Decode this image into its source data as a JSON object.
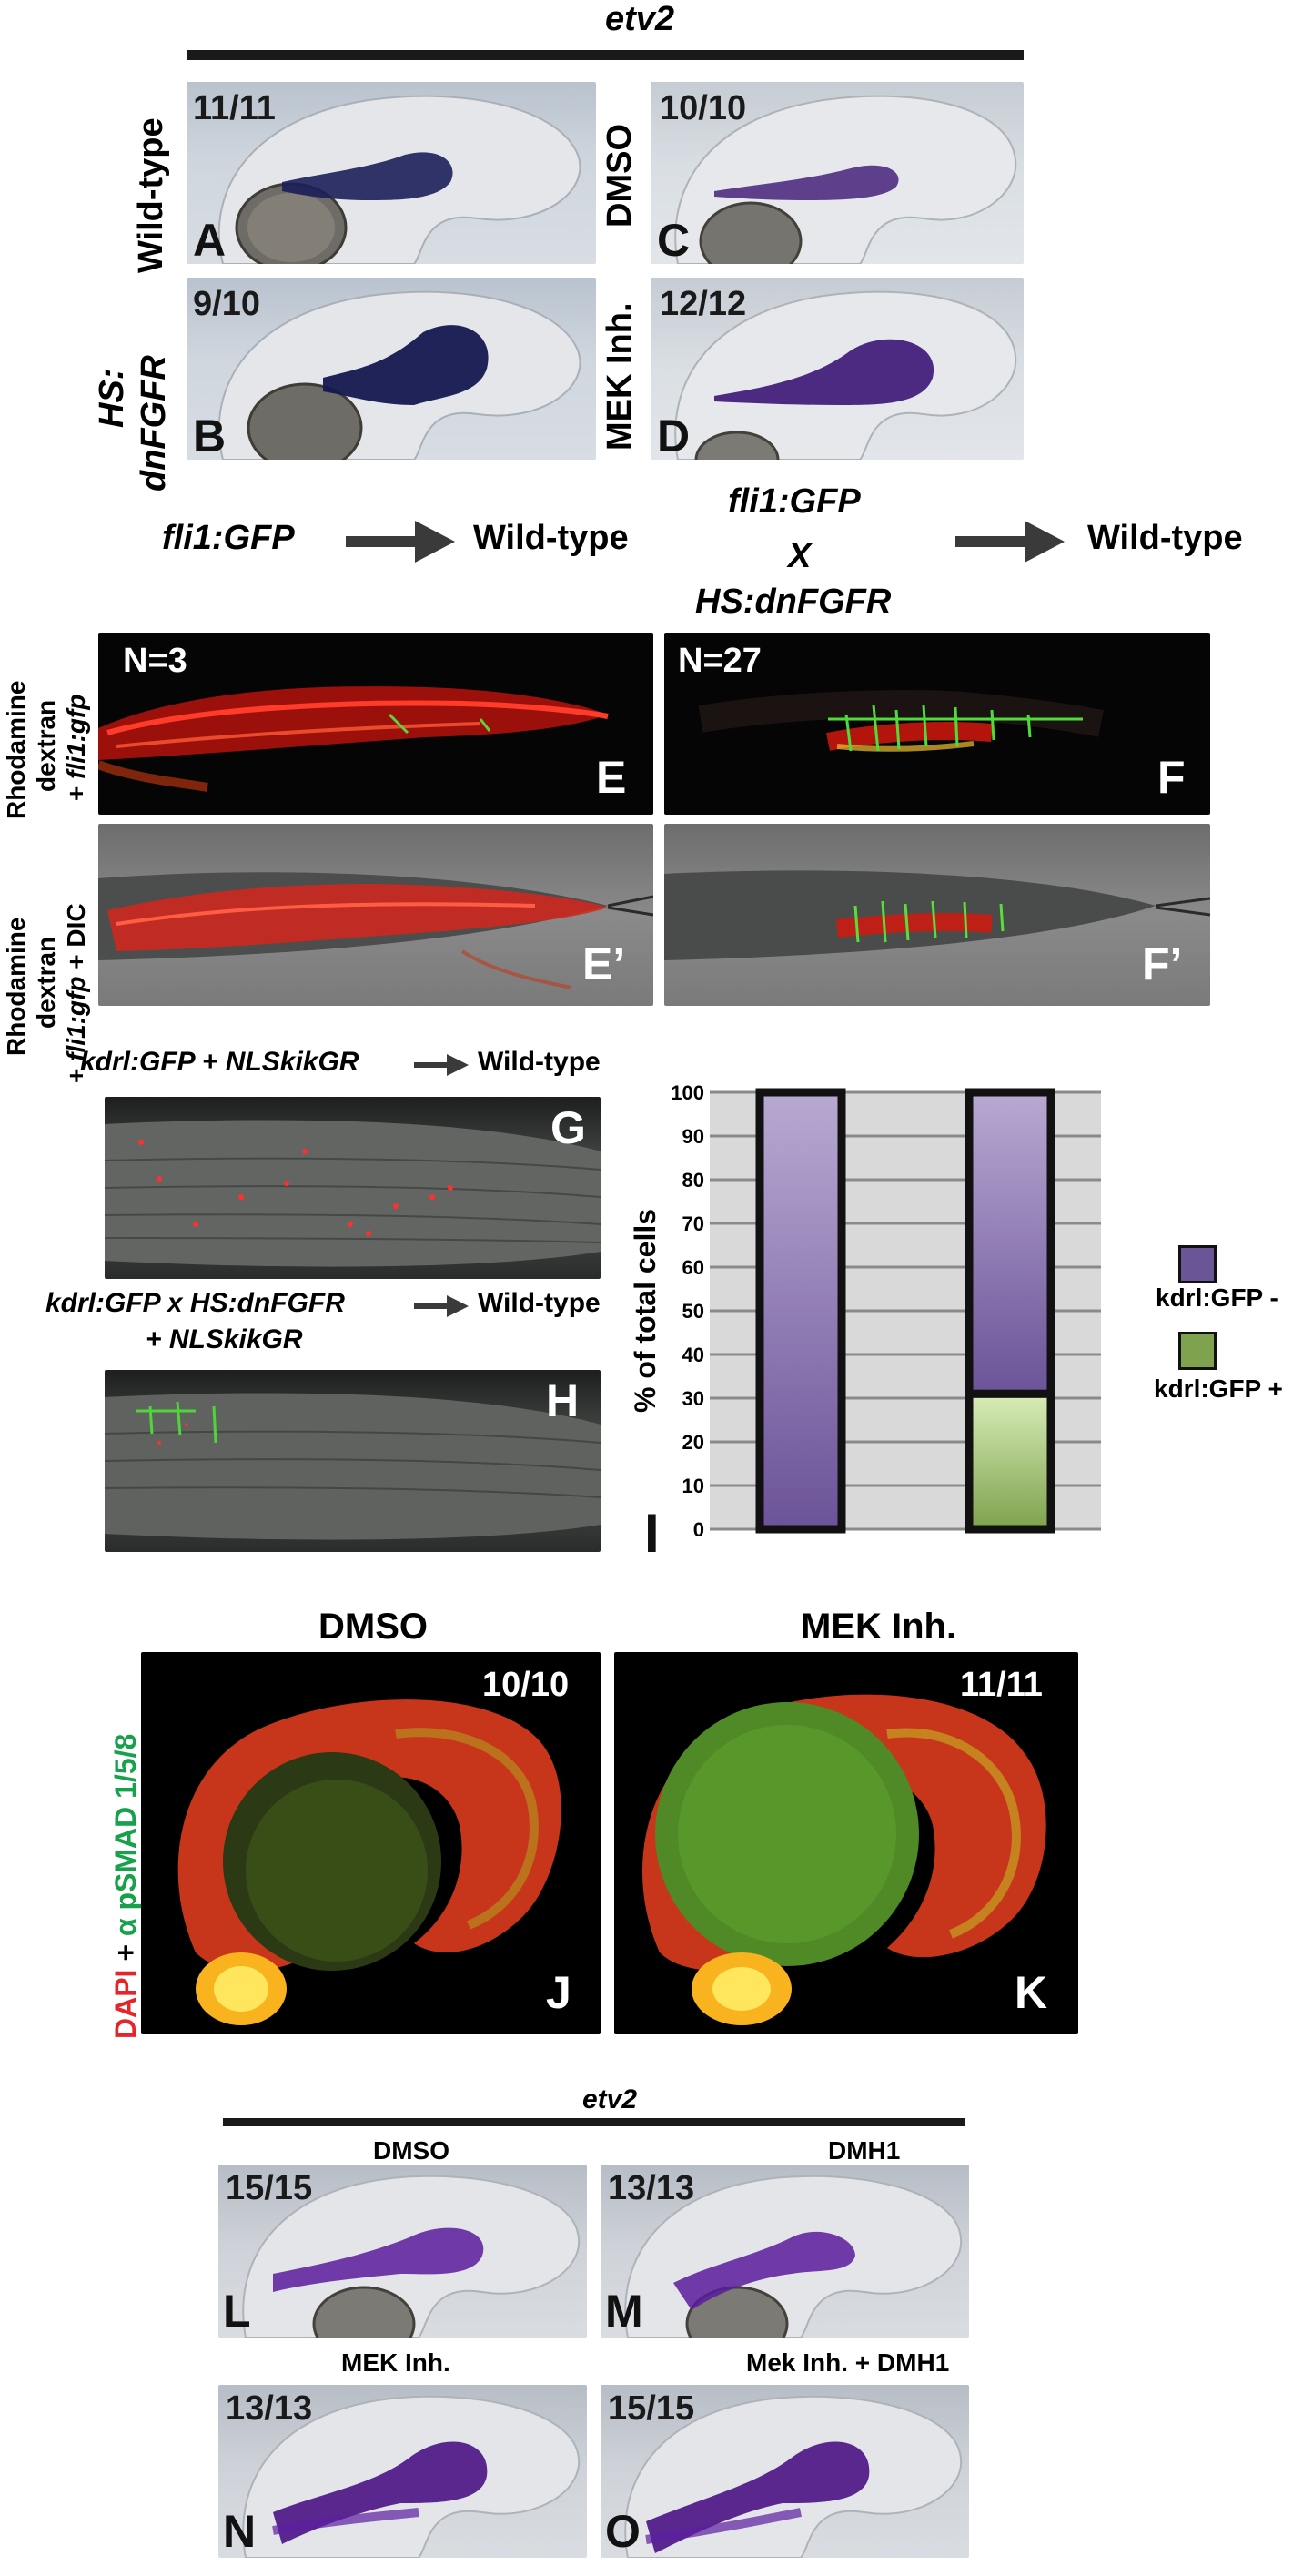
{
  "top": {
    "gene_label": "etv2",
    "rows": [
      {
        "label": "Wild-type",
        "counts": [
          "11/11"
        ],
        "letter": "A"
      },
      {
        "label_line1": "HS:",
        "label_line2": "dnFGFR",
        "count": "9/10",
        "letter": "B"
      }
    ],
    "panel_A": {
      "count": "11/11",
      "letter": "A"
    },
    "panel_B": {
      "count": "9/10",
      "letter": "B"
    },
    "panel_C": {
      "count": "10/10",
      "letter": "C"
    },
    "panel_D": {
      "count": "12/12",
      "letter": "D"
    },
    "row_label_wt": "Wild-type",
    "row_label_hs1": "HS:",
    "row_label_hs2": "dnFGFR",
    "row_label_dmso": "DMSO",
    "row_label_mek": "MEK Inh."
  },
  "transplant": {
    "donor_left": "fli1:GFP",
    "host_left": "Wild-type",
    "donor_right_1": "fli1:GFP",
    "donor_right_2": "X",
    "donor_right_3": "HS:dnFGFR",
    "host_right": "Wild-type",
    "side_label_1a": "Rhodamine",
    "side_label_1b": "dextran",
    "side_label_1c_plus": "+ ",
    "side_label_1c_it": "fli1:gfp",
    "side_label_2a": "Rhodamine",
    "side_label_2b": "dextran",
    "side_label_2c_plus": "+ ",
    "side_label_2c_it": "fli1:gfp",
    "side_label_2c_end": " + DIC",
    "panel_E": {
      "count": "N=3",
      "letter": "E"
    },
    "panel_F": {
      "count": "N=27",
      "letter": "F"
    },
    "panel_E2": {
      "letter": "E’"
    },
    "panel_F2": {
      "letter": "F’"
    }
  },
  "photoconv": {
    "g_label_donor": "kdrl:GFP + NLSkikGR",
    "g_label_host": "Wild-type",
    "h_label_donor1": "kdrl:GFP  x HS:dnFGFR",
    "h_label_donor2": "+ NLSkikGR",
    "h_label_host": "Wild-type",
    "panel_G": {
      "letter": "G"
    },
    "panel_H": {
      "letter": "H"
    },
    "panel_I": {
      "letter": "I"
    }
  },
  "chart_data": {
    "type": "bar",
    "ylabel": "% of total cells",
    "ylim": [
      0,
      100
    ],
    "yticks": [
      "0",
      "10",
      "20",
      "30",
      "40",
      "50",
      "60",
      "70",
      "80",
      "90",
      "100"
    ],
    "grid": true,
    "stacked": true,
    "categories": [
      "",
      ""
    ],
    "series": [
      {
        "name": "kdrl:GFP +",
        "values": [
          0,
          31
        ],
        "color": "#7fa653"
      },
      {
        "name": "kdrl:GFP -",
        "values": [
          100,
          69
        ],
        "color": "#8f7cae"
      }
    ],
    "legend_position": "right",
    "legend": [
      "kdrl:GFP -",
      "kdrl:GFP +"
    ]
  },
  "stain": {
    "title_J": "DMSO",
    "title_K": "MEK Inh.",
    "panel_J": {
      "count": "10/10",
      "letter": "J"
    },
    "panel_K": {
      "count": "11/11",
      "letter": "K"
    },
    "side_dapi": "DAPI",
    "side_plus": " + ",
    "side_alpha": "α pSMAD 1/5/8",
    "colors": {
      "dapi": "#e4262a",
      "psmad": "#17a14a"
    }
  },
  "bottom": {
    "gene_label": "etv2",
    "title_L": "DMSO",
    "title_M": "DMH1",
    "title_N": "MEK Inh.",
    "title_O": "Mek Inh. + DMH1",
    "panel_L": {
      "count": "15/15",
      "letter": "L"
    },
    "panel_M": {
      "count": "13/13",
      "letter": "M"
    },
    "panel_N": {
      "count": "13/13",
      "letter": "N"
    },
    "panel_O": {
      "count": "15/15",
      "letter": "O"
    }
  }
}
